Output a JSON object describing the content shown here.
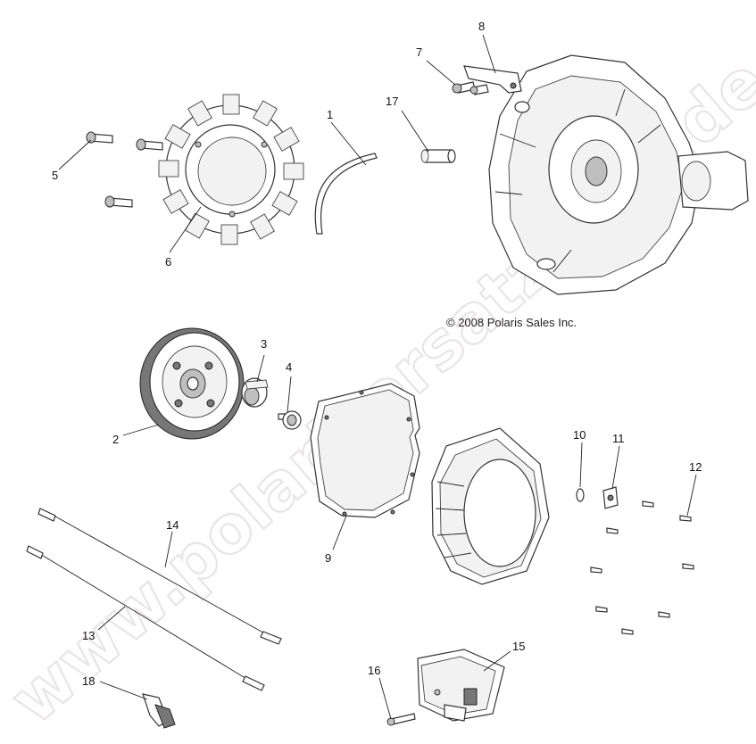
{
  "watermark": "www.polarisersatzteile.de",
  "copyright": "© 2008 Polaris Sales Inc.",
  "callouts": {
    "c1": "1",
    "c2": "2",
    "c3": "3",
    "c4": "4",
    "c5": "5",
    "c6": "6",
    "c7": "7",
    "c8": "8",
    "c9": "9",
    "c10": "10",
    "c11": "11",
    "c12": "12",
    "c13": "13",
    "c14": "14",
    "c15": "15",
    "c16": "16",
    "c17": "17",
    "c18": "18"
  }
}
